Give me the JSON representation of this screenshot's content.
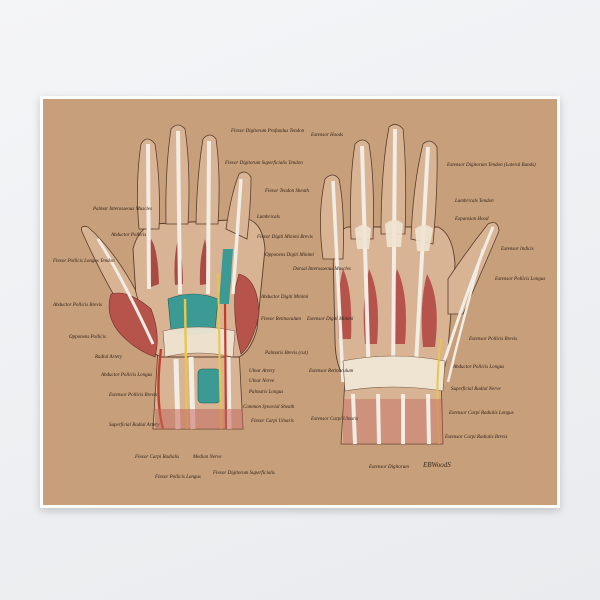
{
  "poster": {
    "background_color": "#c89f7b",
    "skin_color": "#d8b394",
    "muscle_color": "#b6544b",
    "tendon_color": "#f1ece4",
    "artery_color": "#c23b2c",
    "nerve_color": "#e8c64a",
    "sheath_color": "#3c9a95",
    "signature": "EBWoodS"
  },
  "palmar_labels": [
    "Flexor Digitorum Profundus Tendon",
    "Flexor Digitorum Superficialis Tendon",
    "Palmar Interosseous Muscles",
    "Flexor Tendon Sheath",
    "Lumbricals",
    "Abductor Pollicis",
    "Flexor Digiti Minimi Brevis",
    "Flexor Pollicis Longus Tendon",
    "Opponens Digiti Minimi",
    "Abductor Pollicis Brevis",
    "Opponens Pollicis",
    "Flexor Retinaculum",
    "Palmaris Brevis (cut)",
    "Radial Artery",
    "Ulnar Artery",
    "Abductor Pollicis Longus",
    "Ulnar Nerve",
    "Extensor Pollicis Brevis",
    "Palmaris Longus",
    "Common Synovial Sheath",
    "Superficial Radial Artery",
    "Flexor Carpi Ulnaris",
    "Flexor Carpi Radialis",
    "Median Nerve",
    "Flexor Digitorum Superficialis",
    "Flexor Pollicis Longus"
  ],
  "dorsal_labels": [
    "Extensor Hoods",
    "Extensor Digitorum Tendon (Lateral Bands)",
    "Lumbricals Tendon",
    "Expansion Hood",
    "Extensor Indicis",
    "Dorsal Interosseous Muscles",
    "Extensor Pollicis Longus",
    "Abductor Digiti Minimi",
    "Extensor Digiti Minimi",
    "Extensor Pollicis Brevis",
    "Extensor Retinaculum",
    "Abductor Pollicis Longus",
    "Superficial Radial Nerve",
    "Extensor Carpi Ulnaris",
    "Extensor Carpi Radialis Longus",
    "Extensor Carpi Radialis Brevis",
    "Extensor Digitorum"
  ]
}
